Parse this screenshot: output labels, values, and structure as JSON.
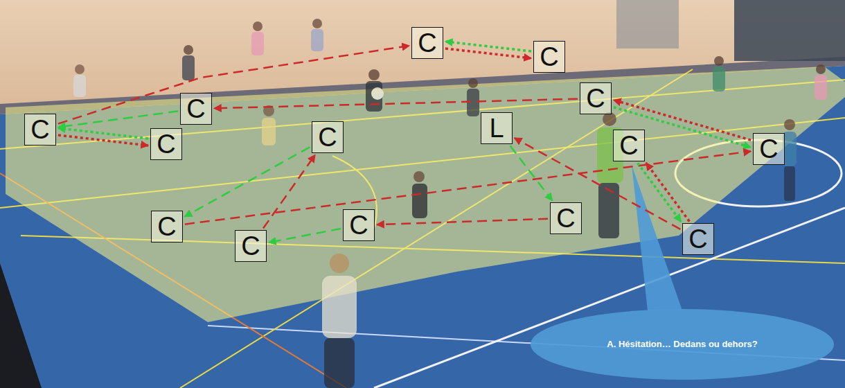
{
  "diagram": {
    "nodes": [
      {
        "text": [
          "C"
        ]
      },
      {
        "text": [
          "C"
        ]
      },
      {
        "text": [
          "C"
        ]
      },
      {
        "text": [
          "C"
        ]
      },
      {
        "text": [
          "L"
        ]
      },
      {
        "text": [
          "C"
        ]
      },
      {
        "text": [
          "C"
        ]
      },
      {
        "text": [
          "C"
        ]
      },
      {
        "text": [
          "C"
        ]
      },
      {
        "text": [
          "C"
        ]
      },
      {
        "text": [
          "C"
        ]
      },
      {
        "text": [
          "C"
        ]
      },
      {
        "text": [
          "C"
        ]
      },
      {
        "text": [
          "C"
        ]
      },
      {
        "text": [
          "C"
        ]
      },
      {
        "text": [
          "A. Hésitation… Dedans ou dehors?"
        ]
      }
    ],
    "edges": [
      {
        "from": 5,
        "to": 0,
        "arrow": "to"
      },
      {
        "from": 0,
        "to": 1,
        "arrow": "to"
      },
      {
        "from": 1,
        "to": 0,
        "arrow": "to"
      },
      {
        "from": 2,
        "to": 3,
        "arrow": "to"
      },
      {
        "from": 3,
        "to": 5,
        "arrow": "to"
      },
      {
        "from": 5,
        "to": 7,
        "arrow": "to"
      },
      {
        "from": 7,
        "to": 5,
        "arrow": "to"
      },
      {
        "from": 9,
        "to": 2,
        "arrow": "to"
      },
      {
        "from": 2,
        "to": 9,
        "arrow": "to"
      },
      {
        "from": 11,
        "to": 9,
        "arrow": "to"
      },
      {
        "from": 6,
        "to": 11,
        "arrow": "to"
      },
      {
        "from": 14,
        "to": 6,
        "arrow": "to"
      },
      {
        "from": 10,
        "to": 14,
        "arrow": "to"
      },
      {
        "from": 12,
        "to": 10,
        "arrow": "to"
      },
      {
        "from": 4,
        "to": 12,
        "arrow": "to"
      },
      {
        "from": 13,
        "to": 4,
        "arrow": "to"
      },
      {
        "from": 13,
        "to": 8,
        "arrow": "to"
      },
      {
        "from": 8,
        "to": 13,
        "arrow": "to"
      }
    ]
  }
}
